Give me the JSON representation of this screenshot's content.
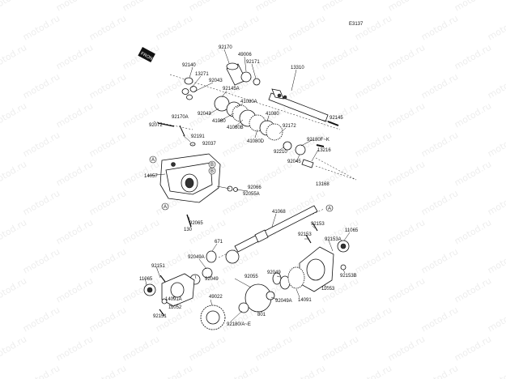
{
  "watermark": "motod.ru",
  "diagram_code": "E3137",
  "front_badge": "FRONT",
  "callout_a": "A",
  "callout_b": "B",
  "labels": [
    "92170",
    "49006",
    "92171",
    "92140",
    "13271",
    "92043",
    "92145A",
    "13310",
    "41080A",
    "92043",
    "41080",
    "41080B",
    "41080",
    "92172",
    "41080D",
    "92210",
    "92072",
    "92170A",
    "92191",
    "92037",
    "92180F~K",
    "13216",
    "92045",
    "92145",
    "14057",
    "92066",
    "92055A",
    "13168",
    "41068",
    "92065",
    "130",
    "92153",
    "11065",
    "92153",
    "92153A",
    "671",
    "92049A",
    "92049",
    "92049",
    "92055",
    "92151",
    "11065",
    "92153B",
    "11053",
    "14091",
    "49022",
    "801",
    "92049A",
    "14091A",
    "11052",
    "92151",
    "92180/A~E"
  ]
}
